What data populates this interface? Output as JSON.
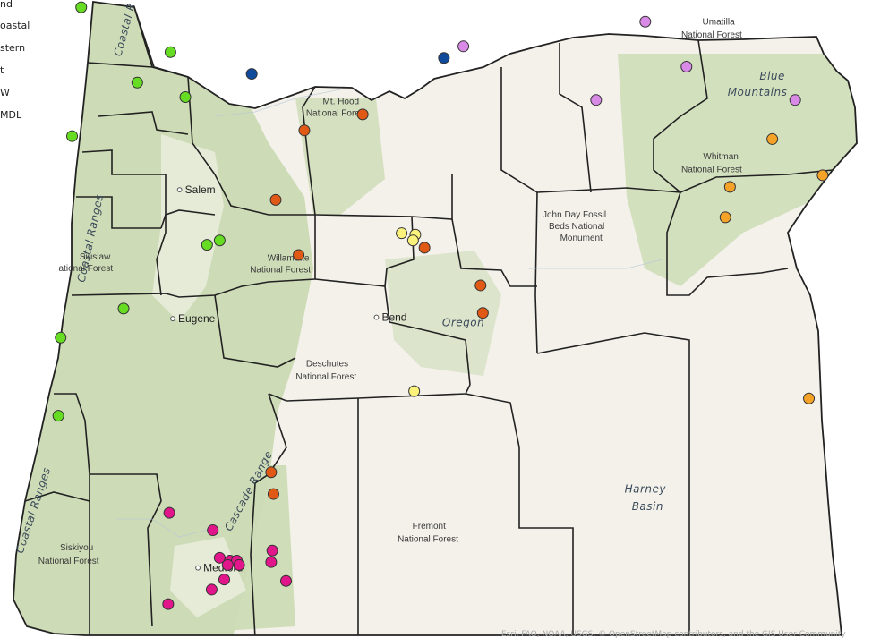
{
  "legend": {
    "items": [
      "nd",
      "oastal",
      "stern",
      "t",
      "W",
      "MDL"
    ]
  },
  "colors": {
    "background": "#ffffff",
    "land": "#f3f1ea",
    "forest": "#c9d9b0",
    "boundary": "#222222",
    "marker_stroke": "#333333"
  },
  "cities": [
    {
      "name": "Salem",
      "lon": -123.03,
      "lat": 44.94
    },
    {
      "name": "Eugene",
      "lon": -123.09,
      "lat": 44.05
    },
    {
      "name": "Bend",
      "lon": -121.31,
      "lat": 44.06
    },
    {
      "name": "Medford",
      "lon": -122.87,
      "lat": 42.33
    }
  ],
  "labels": [
    {
      "text": "Mt. Hood",
      "lon": -121.62,
      "lat": 45.53
    },
    {
      "text": "National Forest",
      "lon": -121.66,
      "lat": 45.45
    },
    {
      "text": "Willamette",
      "lon": -122.08,
      "lat": 44.45
    },
    {
      "text": "National Forest",
      "lon": -122.15,
      "lat": 44.37
    },
    {
      "text": "Siuslaw",
      "lon": -123.77,
      "lat": 44.46
    },
    {
      "text": "ational Forest",
      "lon": -123.85,
      "lat": 44.38
    },
    {
      "text": "Deschutes",
      "lon": -121.74,
      "lat": 43.72
    },
    {
      "text": "National Forest",
      "lon": -121.75,
      "lat": 43.63
    },
    {
      "text": "Fremont",
      "lon": -120.85,
      "lat": 42.6
    },
    {
      "text": "National Forest",
      "lon": -120.86,
      "lat": 42.51
    },
    {
      "text": "Siskiyou",
      "lon": -123.93,
      "lat": 42.45
    },
    {
      "text": "National Forest",
      "lon": -124.0,
      "lat": 42.36
    },
    {
      "text": "Umatilla",
      "lon": -118.32,
      "lat": 46.08
    },
    {
      "text": "National Forest",
      "lon": -118.38,
      "lat": 45.99
    },
    {
      "text": "Whitman",
      "lon": -118.3,
      "lat": 45.15
    },
    {
      "text": "National Forest",
      "lon": -118.38,
      "lat": 45.06
    },
    {
      "text": "John Day Fossil",
      "lon": -119.58,
      "lat": 44.75
    },
    {
      "text": "Beds National",
      "lon": -119.56,
      "lat": 44.67
    },
    {
      "text": "Monument",
      "lon": -119.52,
      "lat": 44.59
    }
  ],
  "regions": [
    {
      "text": "Oregon",
      "lon": -120.55,
      "lat": 44.0
    },
    {
      "text": "Harney",
      "lon": -118.96,
      "lat": 42.85
    },
    {
      "text": "Basin",
      "lon": -118.94,
      "lat": 42.73
    },
    {
      "text": "Blue",
      "lon": -117.85,
      "lat": 45.7
    },
    {
      "text": "Mountains",
      "lon": -117.98,
      "lat": 45.59
    },
    {
      "text": "Cascade Range",
      "lon": -122.4,
      "lat": 42.85,
      "rotate": -62
    },
    {
      "text": "Coastal Ranges",
      "lon": -124.28,
      "lat": 42.72,
      "rotate": -72
    },
    {
      "text": "Coastal Ranges",
      "lon": -123.78,
      "lat": 44.6,
      "rotate": -78
    },
    {
      "text": "Coastal R",
      "lon": -123.48,
      "lat": 46.04,
      "rotate": -75
    }
  ],
  "attribution": "Esri, FAO, NOAA, USGS, © OpenStreetMap contributors, and the GIS User Community",
  "sites": [
    {
      "group": "green",
      "color": "#66dd22",
      "points": [
        {
          "lon": -123.89,
          "lat": 46.2
        },
        {
          "lon": -123.11,
          "lat": 45.89
        },
        {
          "lon": -123.4,
          "lat": 45.68
        },
        {
          "lon": -122.98,
          "lat": 45.58
        },
        {
          "lon": -123.97,
          "lat": 45.31
        },
        {
          "lon": -122.68,
          "lat": 44.59
        },
        {
          "lon": -122.79,
          "lat": 44.56
        },
        {
          "lon": -123.52,
          "lat": 44.12
        },
        {
          "lon": -124.07,
          "lat": 43.92
        },
        {
          "lon": -124.09,
          "lat": 43.38
        }
      ]
    },
    {
      "group": "navy",
      "color": "#104a9a",
      "points": [
        {
          "lon": -122.4,
          "lat": 45.74
        },
        {
          "lon": -120.72,
          "lat": 45.85
        }
      ]
    },
    {
      "group": "violet",
      "color": "#d88ae6",
      "points": [
        {
          "lon": -120.55,
          "lat": 45.93
        },
        {
          "lon": -118.96,
          "lat": 46.1
        },
        {
          "lon": -118.6,
          "lat": 45.79
        },
        {
          "lon": -119.39,
          "lat": 45.56
        },
        {
          "lon": -117.65,
          "lat": 45.56
        }
      ]
    },
    {
      "group": "red-orange",
      "color": "#e05a16",
      "points": [
        {
          "lon": -121.43,
          "lat": 45.46
        },
        {
          "lon": -121.94,
          "lat": 45.35
        },
        {
          "lon": -122.19,
          "lat": 44.87
        },
        {
          "lon": -120.89,
          "lat": 44.54
        },
        {
          "lon": -121.99,
          "lat": 44.49
        },
        {
          "lon": -120.4,
          "lat": 44.28
        },
        {
          "lon": -120.38,
          "lat": 44.09
        },
        {
          "lon": -122.23,
          "lat": 42.99
        },
        {
          "lon": -122.21,
          "lat": 42.84
        }
      ]
    },
    {
      "group": "yellow",
      "color": "#fbf27c",
      "points": [
        {
          "lon": -121.09,
          "lat": 44.64
        },
        {
          "lon": -120.97,
          "lat": 44.63
        },
        {
          "lon": -120.99,
          "lat": 44.59
        },
        {
          "lon": -120.98,
          "lat": 43.55
        }
      ]
    },
    {
      "group": "orange",
      "color": "#f5a328",
      "points": [
        {
          "lon": -117.85,
          "lat": 45.29
        },
        {
          "lon": -117.41,
          "lat": 45.04
        },
        {
          "lon": -118.22,
          "lat": 44.96
        },
        {
          "lon": -118.26,
          "lat": 44.75
        },
        {
          "lon": -117.53,
          "lat": 43.5
        }
      ]
    },
    {
      "group": "magenta",
      "color": "#e0168a",
      "points": [
        {
          "lon": -123.12,
          "lat": 42.71
        },
        {
          "lon": -122.74,
          "lat": 42.59
        },
        {
          "lon": -122.68,
          "lat": 42.4
        },
        {
          "lon": -122.59,
          "lat": 42.38
        },
        {
          "lon": -122.53,
          "lat": 42.38
        },
        {
          "lon": -122.61,
          "lat": 42.35
        },
        {
          "lon": -122.51,
          "lat": 42.35
        },
        {
          "lon": -122.22,
          "lat": 42.45
        },
        {
          "lon": -122.23,
          "lat": 42.37
        },
        {
          "lon": -122.64,
          "lat": 42.25
        },
        {
          "lon": -122.75,
          "lat": 42.18
        },
        {
          "lon": -122.1,
          "lat": 42.24
        },
        {
          "lon": -123.13,
          "lat": 42.08
        }
      ]
    }
  ]
}
